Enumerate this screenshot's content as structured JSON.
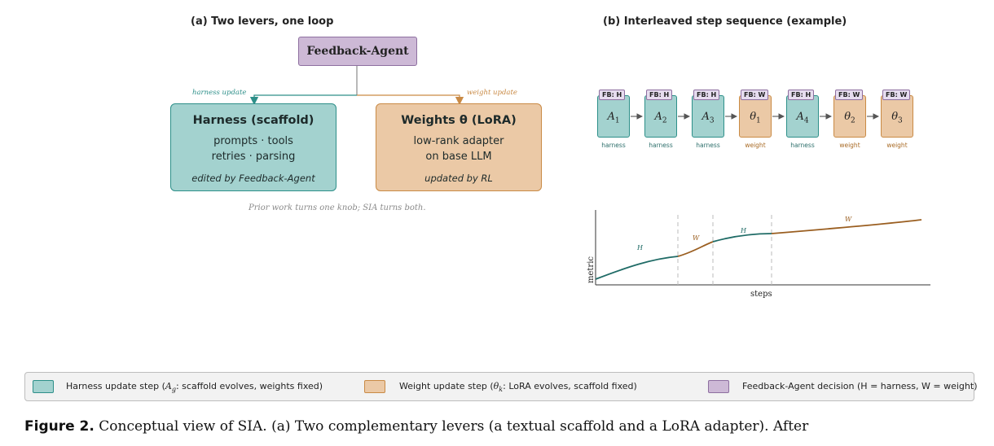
{
  "panel_a": {
    "title": "(a) Two levers, one loop",
    "feedback_agent": "Feedback-Agent",
    "harness_update_label": "harness update",
    "weight_update_label": "weight update",
    "harness_box": {
      "title": "Harness (scaffold)",
      "line1": "prompts · tools",
      "line2": "retries · parsing",
      "note": "edited by Feedback-Agent"
    },
    "weights_box": {
      "title": "Weights θ (LoRA)",
      "line1": "low-rank adapter",
      "line2": "on base LLM",
      "note": "updated by RL"
    },
    "note": "Prior work turns one knob; SIA turns both."
  },
  "panel_b": {
    "title": "(b) Interleaved step sequence (example)",
    "steps": [
      {
        "fb": "FB: H",
        "sym": "A",
        "sub": "1",
        "kind": "harness"
      },
      {
        "fb": "FB: H",
        "sym": "A",
        "sub": "2",
        "kind": "harness"
      },
      {
        "fb": "FB: H",
        "sym": "A",
        "sub": "3",
        "kind": "harness"
      },
      {
        "fb": "FB: W",
        "sym": "θ",
        "sub": "1",
        "kind": "weight"
      },
      {
        "fb": "FB: H",
        "sym": "A",
        "sub": "4",
        "kind": "harness"
      },
      {
        "fb": "FB: W",
        "sym": "θ",
        "sub": "2",
        "kind": "weight"
      },
      {
        "fb": "FB: W",
        "sym": "θ",
        "sub": "3",
        "kind": "weight"
      }
    ],
    "chart": {
      "xlabel": "steps",
      "ylabel": "metric",
      "segments": [
        "H",
        "W",
        "H",
        "W"
      ]
    }
  },
  "legend": {
    "harness": "Harness update step (A_g: scaffold evolves, weights fixed)",
    "weight": "Weight update step (θ_k: LoRA evolves, scaffold fixed)",
    "feedback": "Feedback-Agent decision (H = harness, W = weight)"
  },
  "caption": {
    "label": "Figure 2.",
    "text": "Conceptual view of SIA. (a) Two complementary levers (a textual scaffold and a LoRA adapter). After"
  },
  "colors": {
    "harness": "#a3d2cf",
    "harness_border": "#2d8f89",
    "weight": "#ebc9a6",
    "weight_border": "#c98a45",
    "feedback": "#cdb9d6",
    "harness_curve": "#1f6b66",
    "weight_curve": "#9a5e20"
  }
}
